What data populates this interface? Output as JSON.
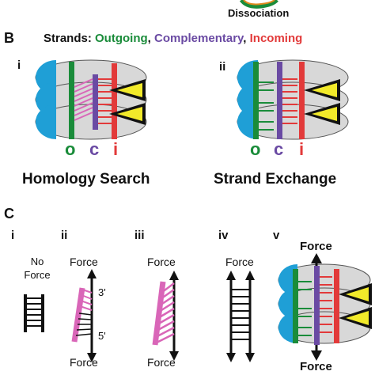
{
  "top": {
    "dissociation_label": "Dissociation"
  },
  "panel_b": {
    "letter": "B",
    "legend_prefix": "Strands: ",
    "legend_items": [
      {
        "label": "Outgoing",
        "color": "#1a8c3a"
      },
      {
        "label": "Complementary",
        "color": "#6a4aa3"
      },
      {
        "label": "Incoming",
        "color": "#e23a3a"
      }
    ],
    "sub_i": "i",
    "sub_ii": "ii",
    "strand_letters": [
      "o",
      "c",
      "i"
    ],
    "caption_i": "Homology Search",
    "caption_ii": "Strand Exchange"
  },
  "panel_c": {
    "letter": "C",
    "subs": [
      "i",
      "ii",
      "iii",
      "iv",
      "v"
    ],
    "no_force_line1": "No",
    "no_force_line2": "Force",
    "force_label": "Force",
    "end_3": "3'",
    "end_5": "5'"
  },
  "colors": {
    "green": "#1a8c3a",
    "purple": "#6a4aa3",
    "red": "#e23a3a",
    "pink": "#d966b8",
    "blue_lobe": "#1f9fd6",
    "yellow": "#f2ea2a",
    "disk_gray": "#d8d8d8",
    "orange": "#e08a1e"
  }
}
